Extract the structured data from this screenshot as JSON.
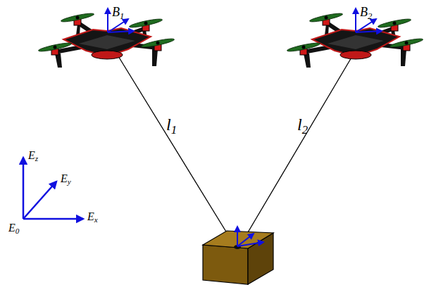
{
  "diagram": {
    "labels": [
      "B1",
      "B2",
      "l1",
      "l2",
      "Ez",
      "Ey",
      "Ex",
      "E0"
    ]
  }
}
